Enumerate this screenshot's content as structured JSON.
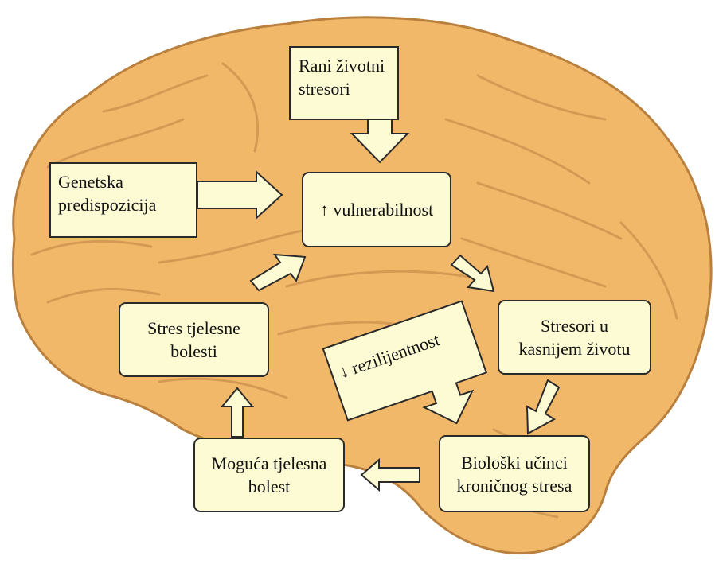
{
  "colors": {
    "brain_fill": "#f2b86a",
    "brain_stroke": "#b9803e",
    "box_fill": "#fdfbd4",
    "box_border": "#2a2a2a",
    "arrow_fill": "#fdfbd4"
  },
  "nodes": {
    "rani": "Rani životni\nstresori",
    "genetska": "Genetska\npredispozicija",
    "vulnerabilnost": "↑ vulnerabilnost",
    "stresori_kasnije": "Stresori u\nkasnijem životu",
    "bioloski": "Biološki učinci\nkroničnog stresa",
    "moguca": "Moguća tjelesna\nbolest",
    "stres_tjelesne": "Stres tjelesne\nbolesti",
    "rezilijentnost": "↓ rezilijentnost"
  }
}
